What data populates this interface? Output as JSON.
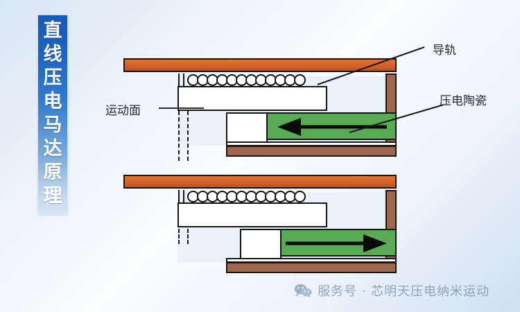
{
  "banner": {
    "title": "直线压电马达原理",
    "chars": "直\n线\n压\n电\n马\n达\n原\n理",
    "color": "#1659b8"
  },
  "labels": {
    "guide_rail": "导轨",
    "piezo_ceramic": "压电陶瓷",
    "motion_surface": "运动面"
  },
  "diagram": {
    "colors": {
      "rail": "#d2612a",
      "frame": "#a0674f",
      "piezo": "#58ab53",
      "slider": "#ffffff",
      "outline": "#151515",
      "interior": "#eaf1fa"
    },
    "ball_count": 12,
    "stages": [
      {
        "name": "stage-top",
        "arrow_direction": "left",
        "arrow_label": "←"
      },
      {
        "name": "stage-bottom",
        "arrow_direction": "right",
        "arrow_label": "→"
      }
    ]
  },
  "footer": {
    "icon": "wechat-icon",
    "text": "服务号 · 芯明天压电纳米运动"
  },
  "background": {
    "tint": "#dce8f5"
  }
}
